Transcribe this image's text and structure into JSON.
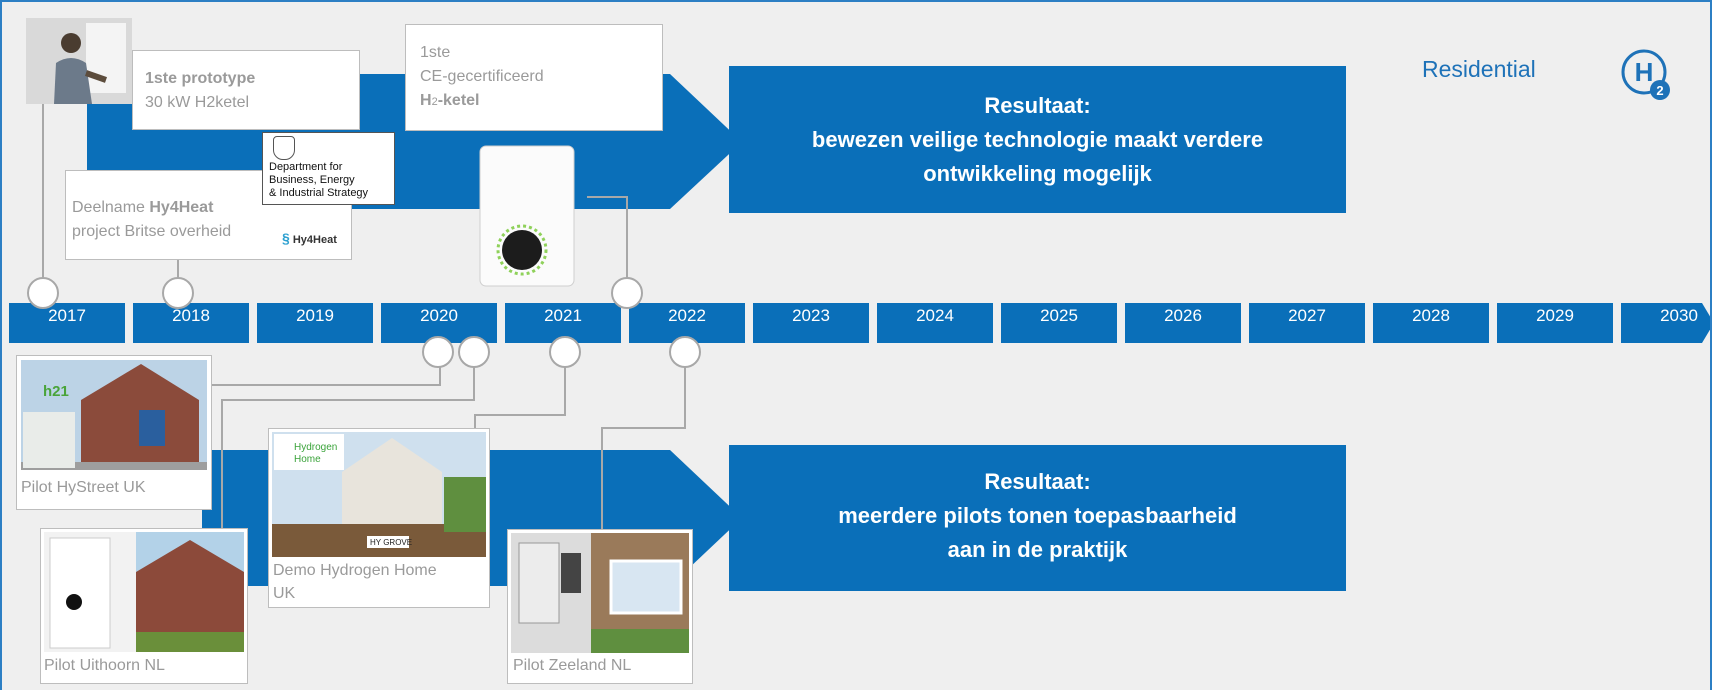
{
  "header": {
    "segment_label": "Residential",
    "logo_icon": "h2-logo-icon"
  },
  "colors": {
    "primary_blue": "#0a6fb9",
    "border_blue": "#2c7fc4",
    "background": "#efefef",
    "box_text": "#9a9a9a"
  },
  "timeline": {
    "years": [
      "2017",
      "2018",
      "2019",
      "2020",
      "2021",
      "2022",
      "2023",
      "2024",
      "2025",
      "2026",
      "2027",
      "2028",
      "2029",
      "2030"
    ]
  },
  "milestones": {
    "prototype": {
      "line1": "1ste prototype",
      "line2": "30 kW H2ketel"
    },
    "ce_certified": {
      "line1": "1ste",
      "line2": "CE-gecertificeerd",
      "line3_main": "H",
      "line3_sub": "2",
      "line3_end": "-ketel"
    },
    "hy4heat": {
      "prefix": "Deelname ",
      "bold": "Hy4Heat",
      "line2": "project Britse overheid",
      "logo_text": "Hy4Heat"
    },
    "department_logo": {
      "line1": "Department for",
      "line2": "Business, Energy",
      "line3": "& Industrial Strategy"
    }
  },
  "results": {
    "top": {
      "line1": "Resultaat:",
      "line2": "bewezen veilige technologie maakt verdere",
      "line3": "ontwikkeling mogelijk"
    },
    "bottom": {
      "line1": "Resultaat:",
      "line2": "meerdere pilots tonen toepasbaarheid",
      "line3": "aan in de praktijk"
    }
  },
  "pilots": {
    "hystreet": {
      "caption": "Pilot HyStreet UK",
      "logo_text": "h21"
    },
    "uithoorn": {
      "caption": "Pilot Uithoorn NL"
    },
    "hydrogen_home": {
      "caption_line1": "Demo Hydrogen Home",
      "caption_line2": "UK",
      "logo_text_1": "Hydrogen",
      "logo_text_2": "Home",
      "sign_text": "HY GROVE"
    },
    "zeeland": {
      "caption": "Pilot Zeeland NL"
    }
  }
}
